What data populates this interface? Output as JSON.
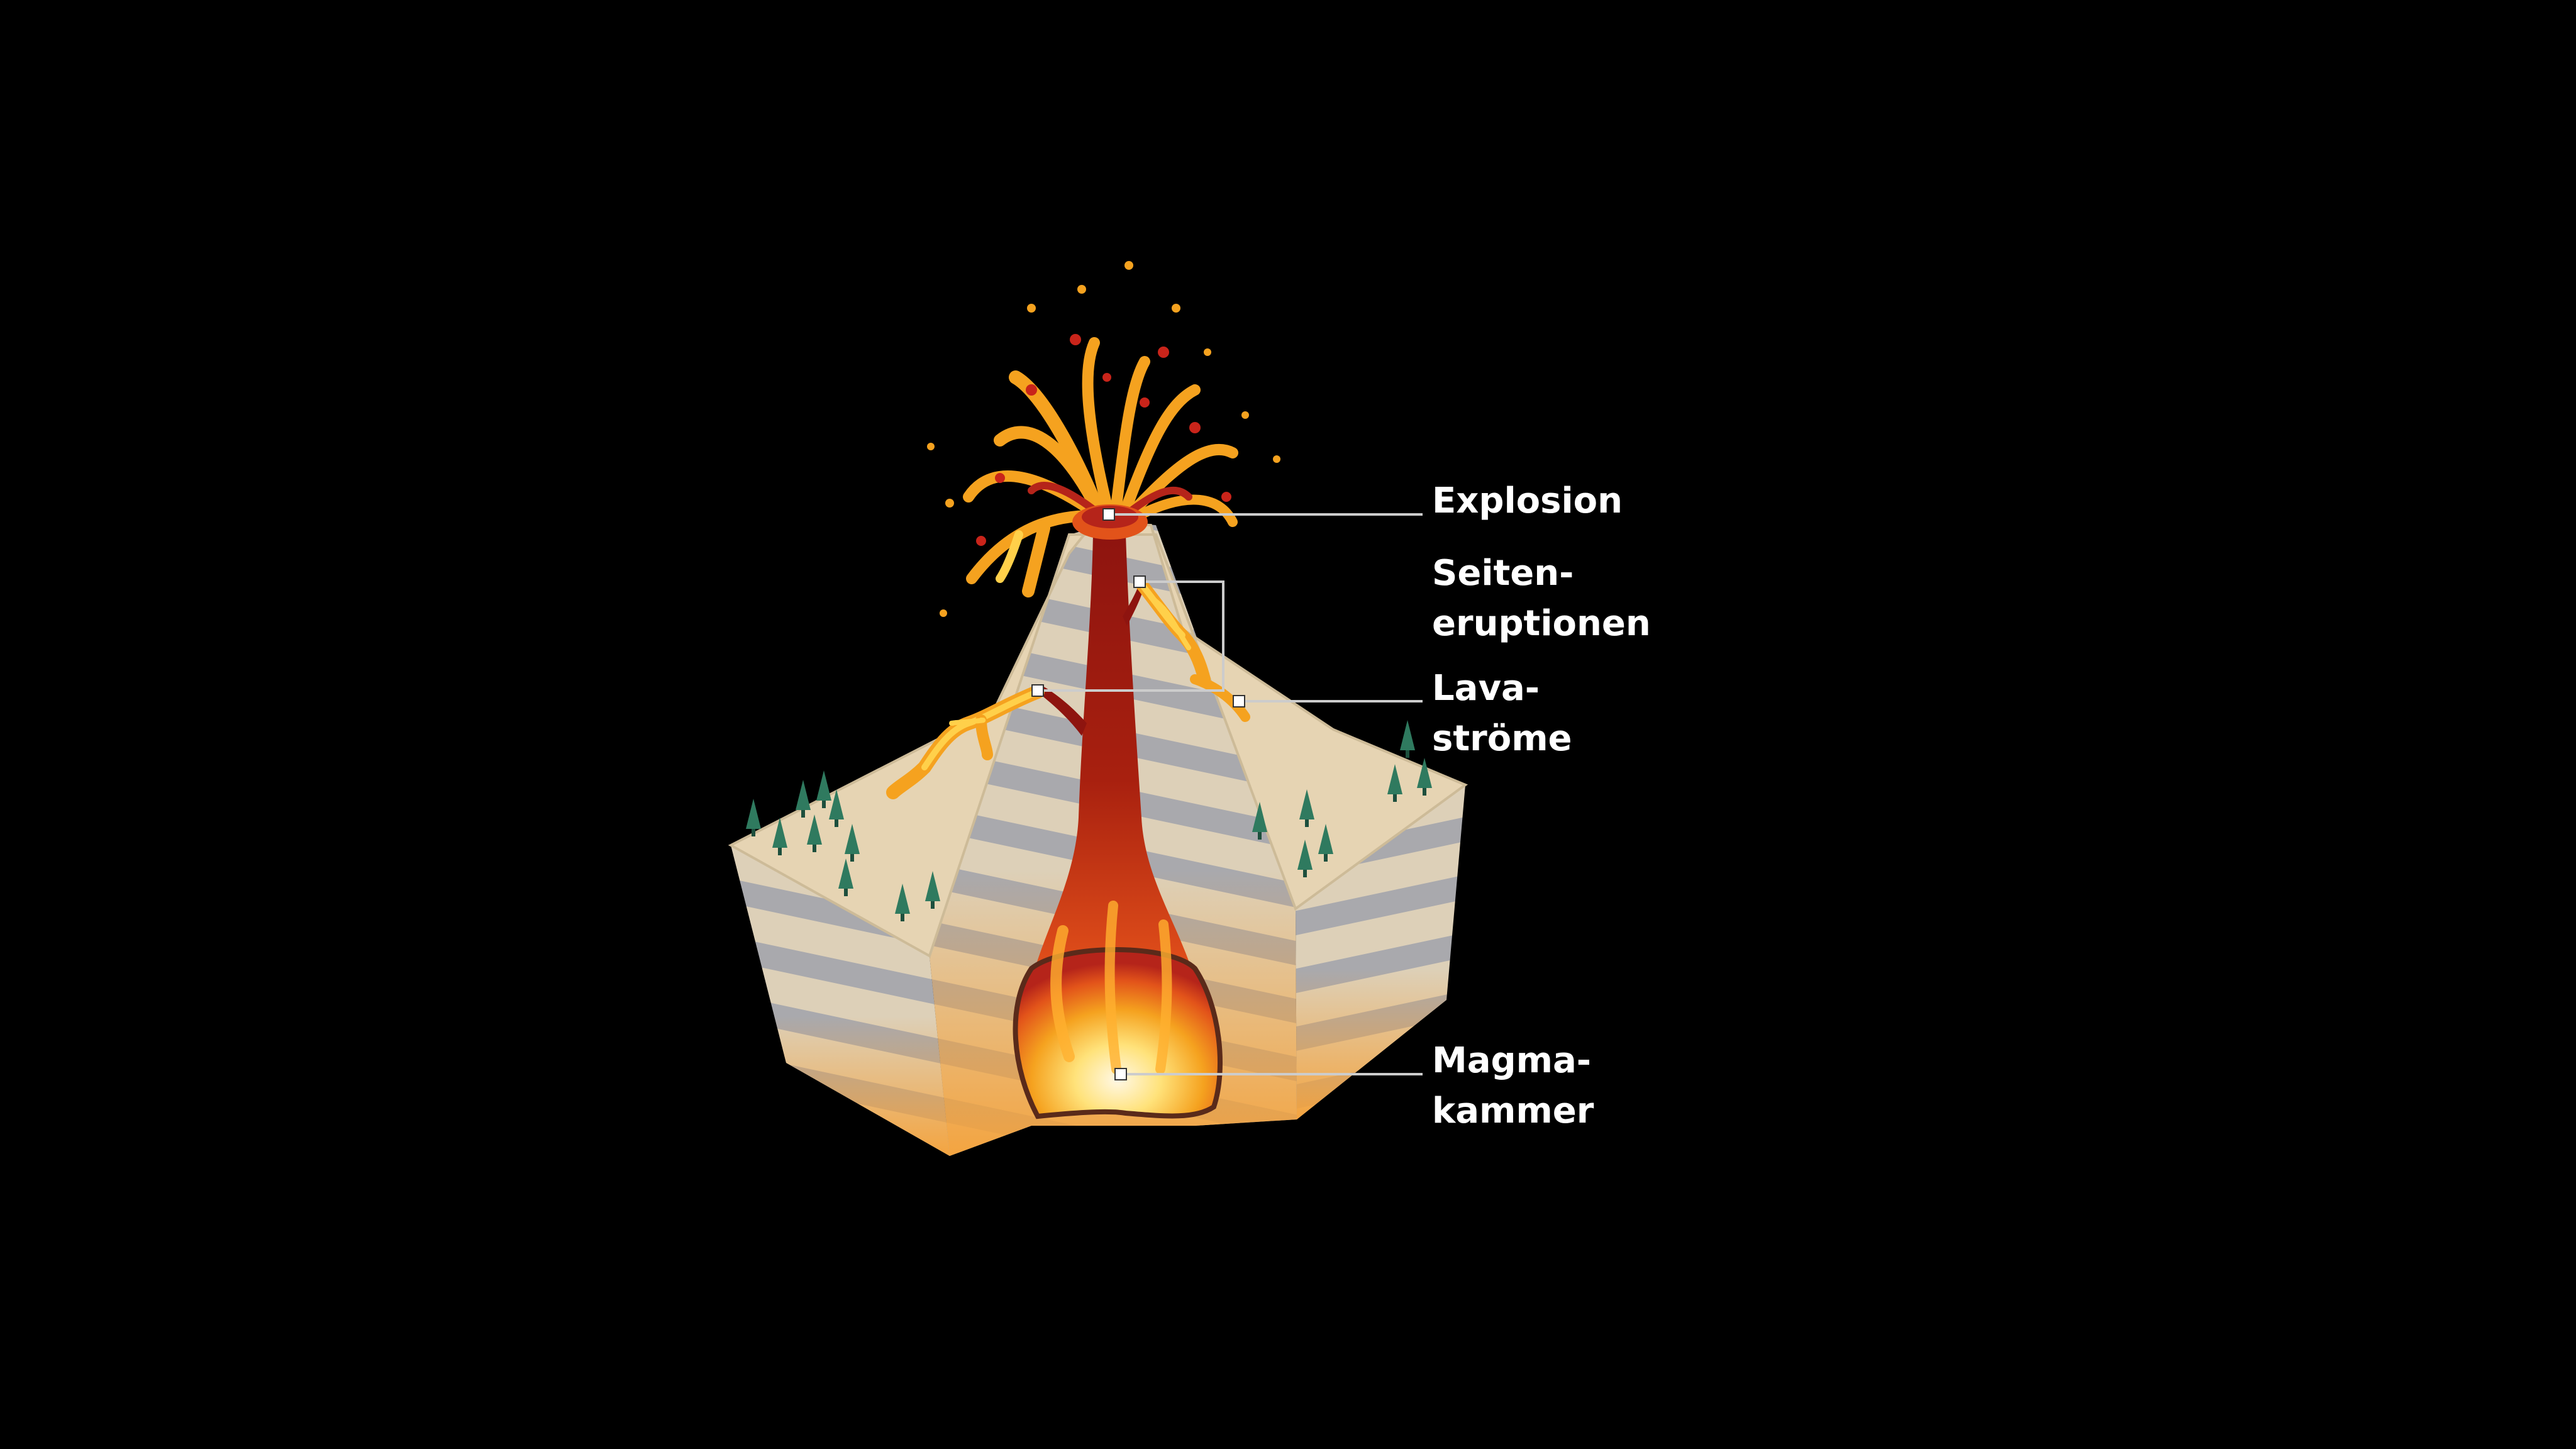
{
  "diagram": {
    "type": "volcano-cross-section",
    "background_color": "#000000",
    "colors": {
      "ground_top": "#e6d4b3",
      "layer_light": "#ddd0b8",
      "layer_grey": "#a9a9ad",
      "lava_dark": "#9a1a12",
      "lava_orange": "#f08a1a",
      "lava_yellow": "#ffd04a",
      "magma_core": "#fff8e6",
      "tree": "#2f7a5f",
      "leader_line": "#cccccc"
    },
    "labels": {
      "explosion": "Explosion",
      "side_eruptions_1": "Seiten-",
      "side_eruptions_2": "eruptionen",
      "lava_flows_1": "Lava-",
      "lava_flows_2": "ströme",
      "magma_chamber_1": "Magma-",
      "magma_chamber_2": "kammer"
    }
  }
}
